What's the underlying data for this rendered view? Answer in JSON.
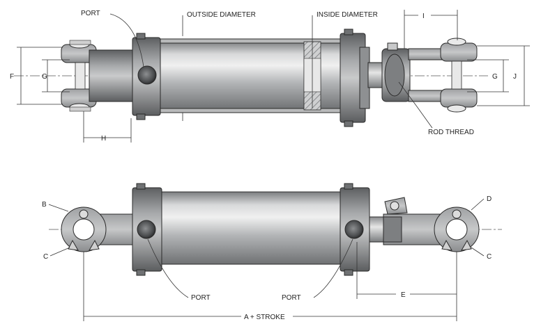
{
  "labels": {
    "port_top": "PORT",
    "outside_diameter": "OUTSIDE DIAMETER",
    "inside_diameter": "INSIDE DIAMETER",
    "I": "I",
    "F": "F",
    "G_left": "G",
    "G_right": "G",
    "J": "J",
    "H": "H",
    "rod_thread": "ROD THREAD",
    "B": "B",
    "C_left": "C",
    "D": "D",
    "C_right": "C",
    "port_bottom_left": "PORT",
    "port_bottom_right": "PORT",
    "E": "E",
    "a_stroke": "A + STROKE"
  },
  "colors": {
    "metal_dark": "#6f7173",
    "metal_mid": "#9a9c9e",
    "metal_light": "#d8d9da",
    "metal_highlight": "#eeeeee",
    "line": "#2a2a2a"
  }
}
